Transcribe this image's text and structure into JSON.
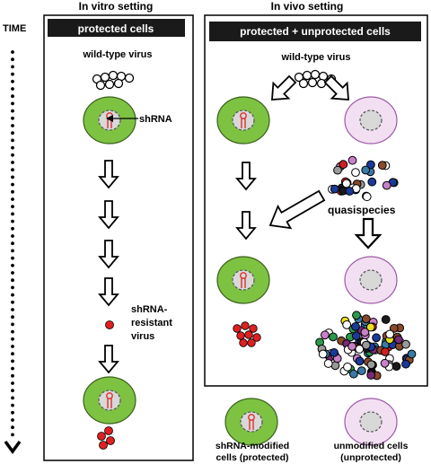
{
  "time_label": "TIME",
  "in_vitro": {
    "title": "In vitro setting",
    "header": "protected cells",
    "virus_label": "wild-type virus",
    "shrna_label": "shRNA",
    "resistant_label": [
      "shRNA-",
      "resistant",
      "virus"
    ]
  },
  "in_vivo": {
    "title": "In vivo setting",
    "header": "protected + unprotected cells",
    "virus_label": "wild-type virus",
    "quasispecies_label": "quasispecies"
  },
  "legend": {
    "protected_label": [
      "shRNA-modified",
      "cells (protected)"
    ],
    "unprotected_label": [
      "unmodified cells",
      "(unprotected)"
    ]
  },
  "colors": {
    "protected_cell": "#7ec242",
    "unprotected_cell": "#f2dff2",
    "nucleus": "#d8d8d8",
    "shrna": "#e03030",
    "resistant_virus": "#e02020",
    "header_bg": "#1a1a1a"
  }
}
